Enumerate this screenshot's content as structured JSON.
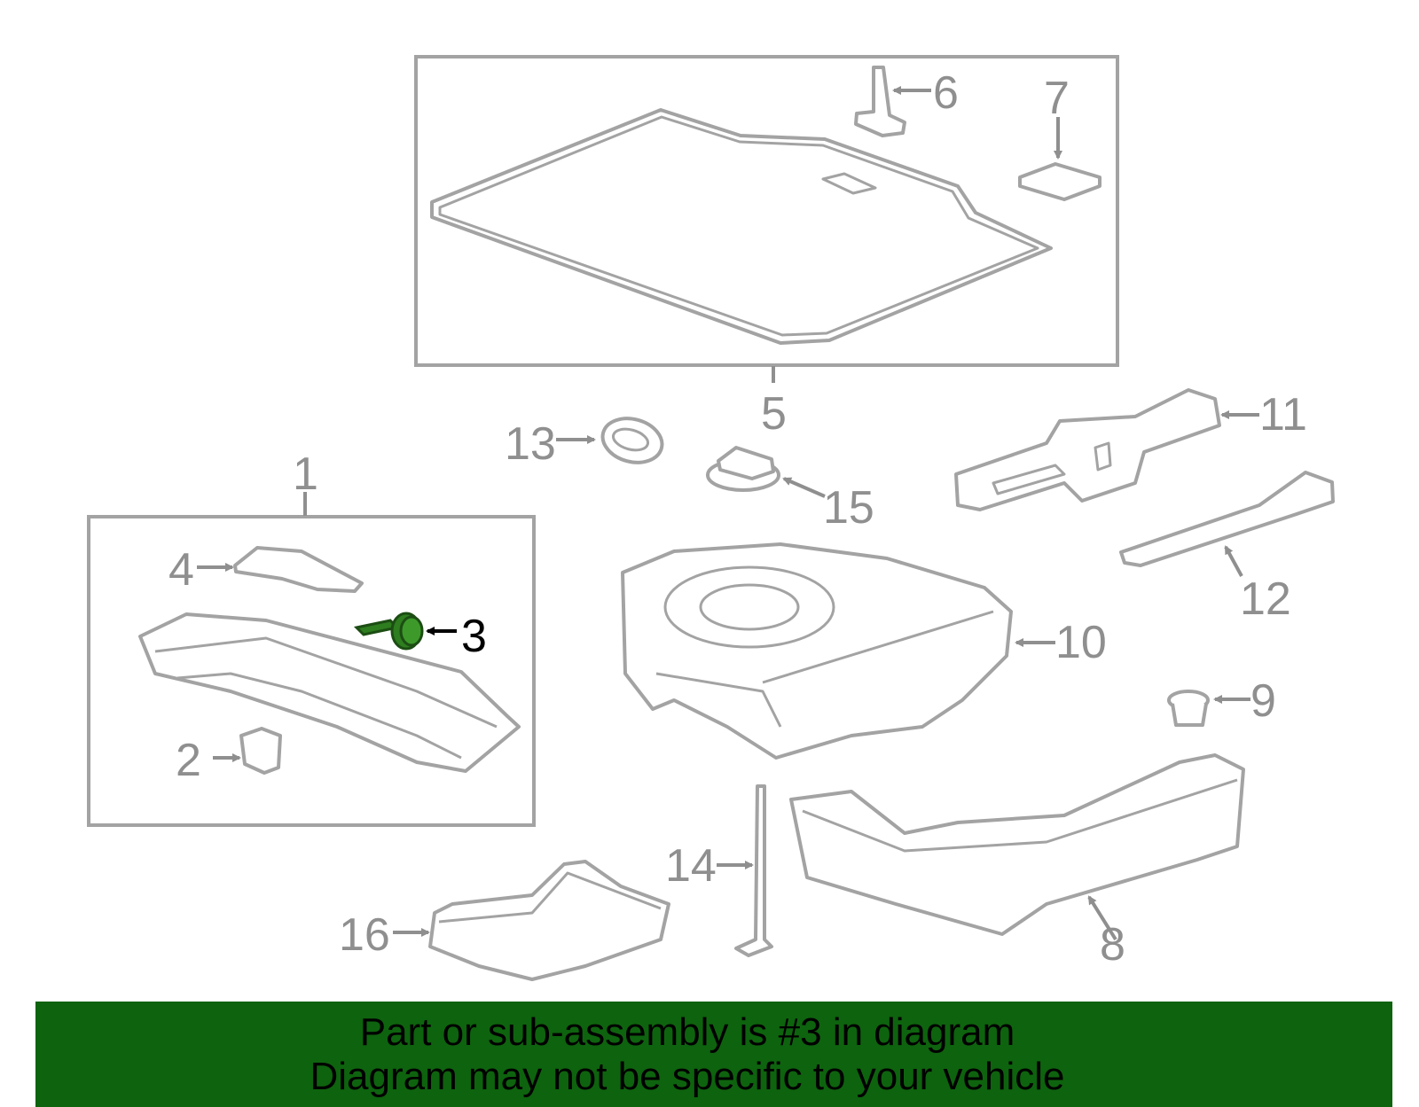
{
  "labels": {
    "p1": "1",
    "p2": "2",
    "p3": "3",
    "p4": "4",
    "p5": "5",
    "p6": "6",
    "p7": "7",
    "p8": "8",
    "p9": "9",
    "p10": "10",
    "p11": "11",
    "p12": "12",
    "p13": "13",
    "p14": "14",
    "p15": "15",
    "p16": "16"
  },
  "highlight": {
    "part": "3",
    "color": "#2e7d1f"
  },
  "banner": {
    "line1": "Part or sub-assembly is #3 in diagram",
    "line2": "Diagram may not be specific to your vehicle",
    "background": "#0e630e"
  }
}
